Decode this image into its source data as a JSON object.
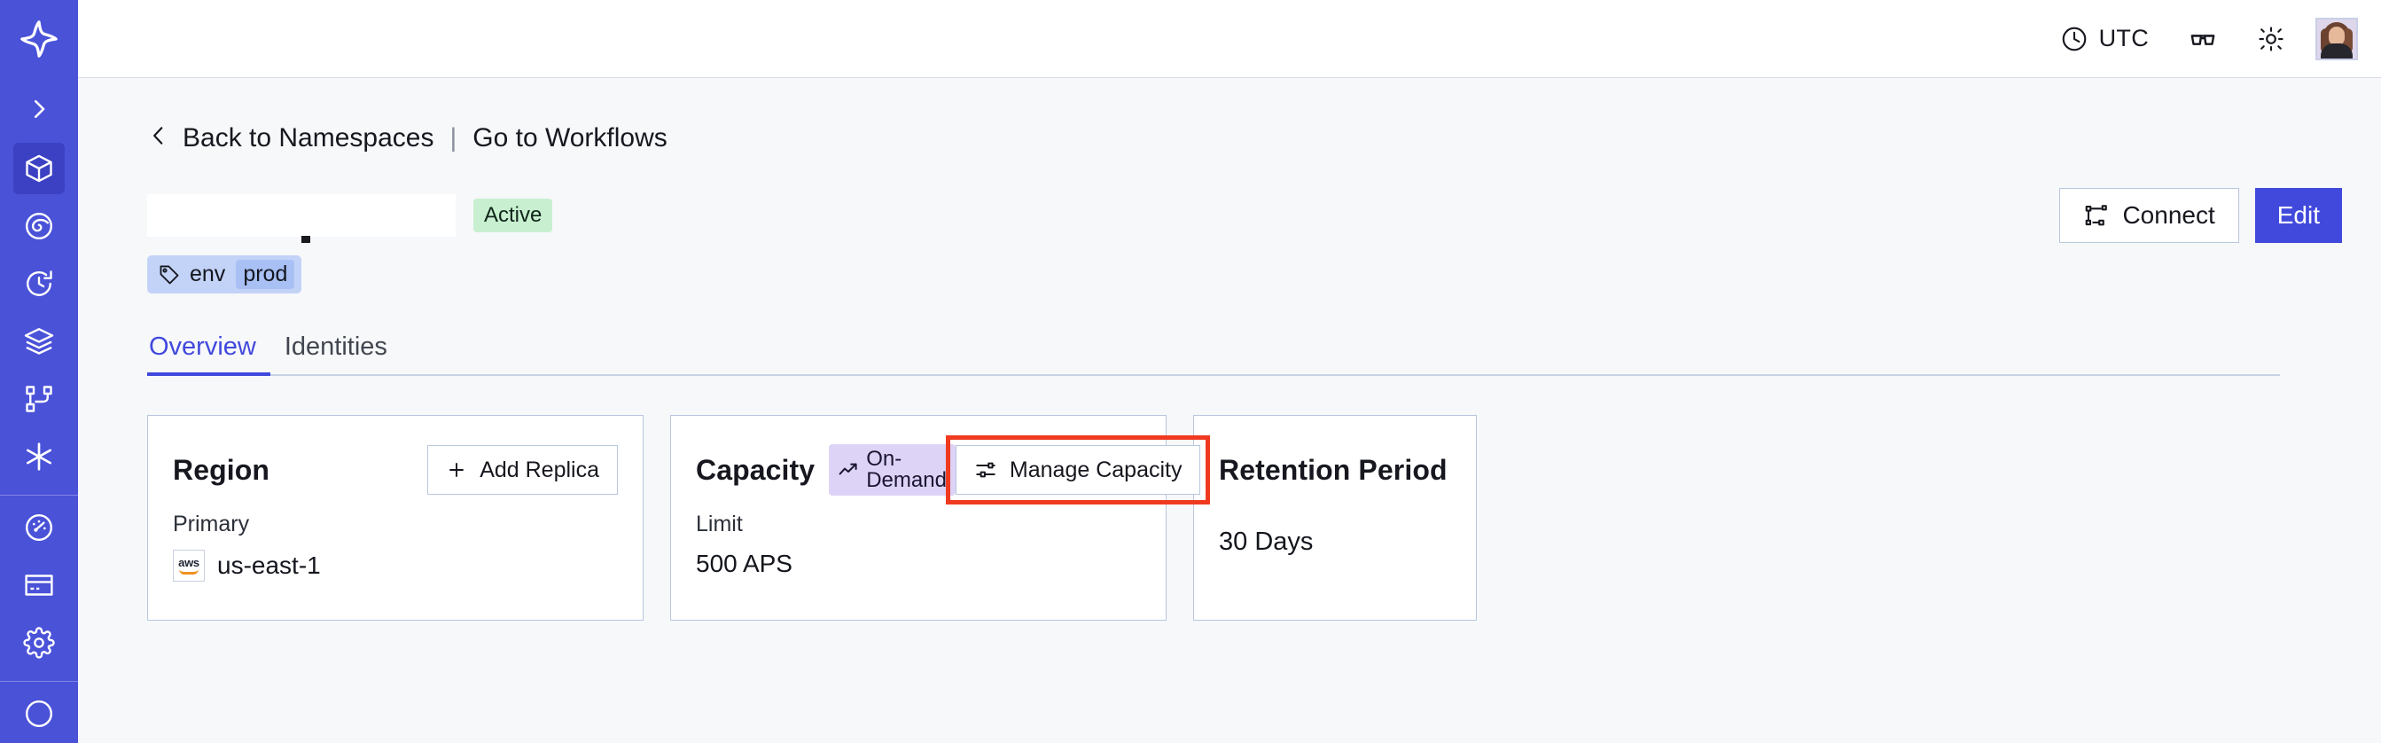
{
  "sidebar": {
    "brand_icon": "sparkle-logo-icon",
    "expand_label": "",
    "items": [
      {
        "icon": "chevron-right-icon",
        "name": "expand-sidebar"
      },
      {
        "icon": "cube-icon",
        "name": "namespaces",
        "active": true
      },
      {
        "icon": "eye-swirl-icon",
        "name": "observability"
      },
      {
        "icon": "clock-history-icon",
        "name": "history"
      },
      {
        "icon": "layers-icon",
        "name": "layers"
      },
      {
        "icon": "git-branch-icon",
        "name": "workflows"
      },
      {
        "icon": "asterisk-icon",
        "name": "integrations"
      },
      {
        "icon": "gauge-icon",
        "name": "usage"
      },
      {
        "icon": "credit-card-icon",
        "name": "billing"
      },
      {
        "icon": "gear-icon",
        "name": "settings"
      }
    ]
  },
  "topbar": {
    "timezone_label": "UTC",
    "clock_icon": "clock-icon",
    "glasses_icon": "glasses-icon",
    "theme_icon": "sun-icon",
    "avatar_icon": "user-avatar"
  },
  "breadcrumb": {
    "back_chevron": "‹",
    "back_label": "Back to Namespaces",
    "separator": "|",
    "forward_label": "Go to Workflows"
  },
  "header": {
    "namespace_name": "",
    "status": "Active",
    "tag": {
      "icon": "tag-icon",
      "key": "env",
      "value": "prod"
    },
    "connect_label": "Connect",
    "connect_icon": "connect-flow-icon",
    "edit_label": "Edit"
  },
  "tabs": [
    {
      "label": "Overview",
      "active": true
    },
    {
      "label": "Identities",
      "active": false
    }
  ],
  "cards": {
    "region": {
      "title": "Region",
      "action_label": "Add Replica",
      "action_icon": "plus-icon",
      "label": "Primary",
      "provider_icon": "aws-logo",
      "provider_text": "aws",
      "value": "us-east-1"
    },
    "capacity": {
      "title": "Capacity",
      "badge_label": "On-Demand",
      "badge_icon": "trending-up-icon",
      "action_label": "Manage Capacity",
      "action_icon": "sliders-icon",
      "action_highlighted": true,
      "label": "Limit",
      "value": "500 APS"
    },
    "retention": {
      "title": "Retention Period",
      "value": "30 Days"
    }
  },
  "colors": {
    "sidebar_bg": "#4a52d8",
    "sidebar_active": "#3b41c2",
    "accent": "#4149dc",
    "page_bg": "#f7f8fa",
    "card_border": "#b8c6de",
    "status_active_bg": "#c8f0d0",
    "tag_bg": "#c3d2f7",
    "tag_value_bg": "#a9c0f5",
    "badge_purple_bg": "#ddd3f7",
    "highlight_red": "#f03a20"
  }
}
